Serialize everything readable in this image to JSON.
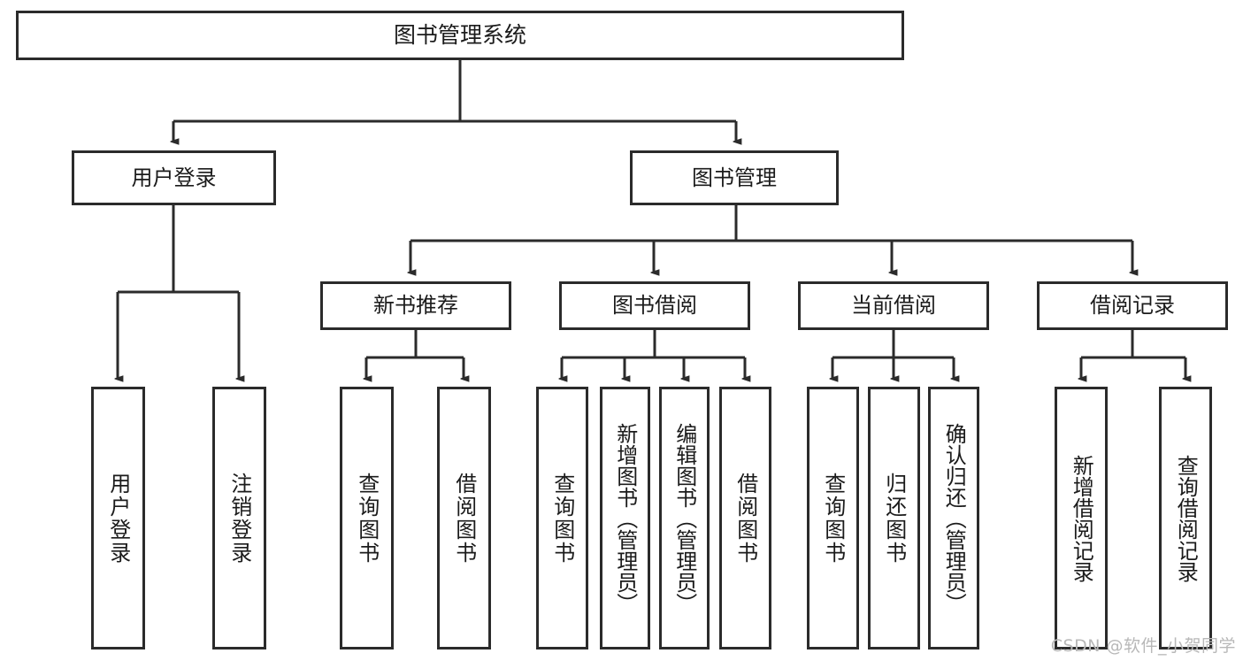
{
  "diagram": {
    "title": "图书管理系统",
    "type": "hierarchy-tree",
    "watermark": "CSDN @软件_小贺同学",
    "colors": {
      "stroke": "#2b2b2b",
      "fill": "#ffffff",
      "text": "#1b1b1b",
      "watermark": "#b8b8b8"
    },
    "levels": {
      "level1": [
        "图书管理系统"
      ],
      "level2": [
        "用户登录",
        "图书管理"
      ],
      "level3": [
        "新书推荐",
        "图书借阅",
        "当前借阅",
        "借阅记录"
      ],
      "level4": [
        "用户登录",
        "注销登录",
        "查询图书",
        "借阅图书",
        "查询图书",
        "新增图书（管理员）",
        "编辑图书（管理员）",
        "借阅图书",
        "查询图书",
        "归还图书",
        "确认归还（管理员）",
        "新增借阅记录",
        "查询借阅记录"
      ]
    },
    "nodes": {
      "root": {
        "label": "图书管理系统"
      },
      "user_login": {
        "label": "用户登录"
      },
      "book_manage": {
        "label": "图书管理"
      },
      "new_book_rec": {
        "label": "新书推荐"
      },
      "book_borrow": {
        "label": "图书借阅"
      },
      "current_borrow": {
        "label": "当前借阅"
      },
      "borrow_record": {
        "label": "借阅记录"
      },
      "leaf_user_login": {
        "label": "用户登录"
      },
      "leaf_logout": {
        "label": "注销登录"
      },
      "leaf_query_book_a": {
        "label": "查询图书"
      },
      "leaf_borrow_book_a": {
        "label": "借阅图书"
      },
      "leaf_query_book_b": {
        "label": "查询图书"
      },
      "leaf_add_book": {
        "label": "新增图书（管理员）"
      },
      "leaf_edit_book": {
        "label": "编辑图书（管理员）"
      },
      "leaf_borrow_book_b": {
        "label": "借阅图书"
      },
      "leaf_query_book_c": {
        "label": "查询图书"
      },
      "leaf_return_book": {
        "label": "归还图书"
      },
      "leaf_confirm_return": {
        "label": "确认归还（管理员）"
      },
      "leaf_add_record": {
        "label": "新增借阅记录"
      },
      "leaf_query_record": {
        "label": "查询借阅记录"
      }
    },
    "edges": [
      {
        "from": "root",
        "to": "user_login"
      },
      {
        "from": "root",
        "to": "book_manage"
      },
      {
        "from": "book_manage",
        "to": "new_book_rec"
      },
      {
        "from": "book_manage",
        "to": "book_borrow"
      },
      {
        "from": "book_manage",
        "to": "current_borrow"
      },
      {
        "from": "book_manage",
        "to": "borrow_record"
      },
      {
        "from": "user_login",
        "to": "leaf_user_login"
      },
      {
        "from": "user_login",
        "to": "leaf_logout"
      },
      {
        "from": "new_book_rec",
        "to": "leaf_query_book_a"
      },
      {
        "from": "new_book_rec",
        "to": "leaf_borrow_book_a"
      },
      {
        "from": "book_borrow",
        "to": "leaf_query_book_b"
      },
      {
        "from": "book_borrow",
        "to": "leaf_add_book"
      },
      {
        "from": "book_borrow",
        "to": "leaf_edit_book"
      },
      {
        "from": "book_borrow",
        "to": "leaf_borrow_book_b"
      },
      {
        "from": "current_borrow",
        "to": "leaf_query_book_c"
      },
      {
        "from": "current_borrow",
        "to": "leaf_return_book"
      },
      {
        "from": "current_borrow",
        "to": "leaf_confirm_return"
      },
      {
        "from": "borrow_record",
        "to": "leaf_add_record"
      },
      {
        "from": "borrow_record",
        "to": "leaf_query_record"
      }
    ]
  }
}
